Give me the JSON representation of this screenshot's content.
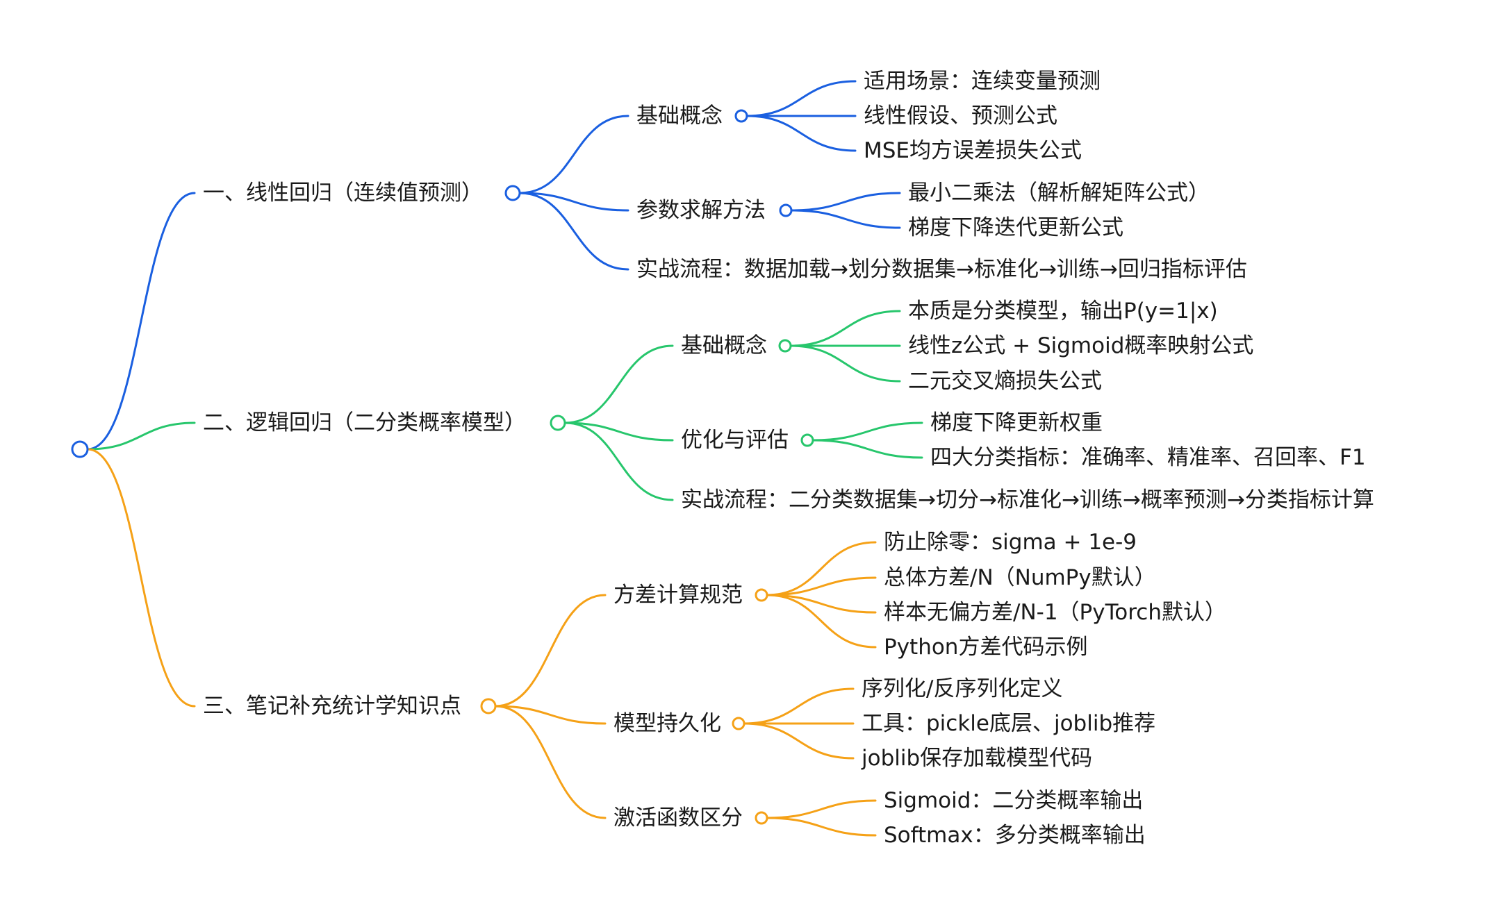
{
  "colors": {
    "blue": "#1a5fe0",
    "green": "#27c66c",
    "orange": "#f5a117",
    "text": "#1a1a1a"
  },
  "branches": [
    {
      "label": "一、线性回归（连续值预测）",
      "color": "blue",
      "children": [
        {
          "label": "基础概念",
          "children": [
            "适用场景：连续变量预测",
            "线性假设、预测公式",
            "MSE均方误差损失公式"
          ]
        },
        {
          "label": "参数求解方法",
          "children": [
            "最小二乘法（解析解矩阵公式）",
            "梯度下降迭代更新公式"
          ]
        },
        {
          "label": "实战流程：数据加载→划分数据集→标准化→训练→回归指标评估",
          "children": []
        }
      ]
    },
    {
      "label": "二、逻辑回归（二分类概率模型）",
      "color": "green",
      "children": [
        {
          "label": "基础概念",
          "children": [
            "本质是分类模型，输出P(y=1|x)",
            "线性z公式 + Sigmoid概率映射公式",
            "二元交叉熵损失公式"
          ]
        },
        {
          "label": "优化与评估",
          "children": [
            "梯度下降更新权重",
            "四大分类指标：准确率、精准率、召回率、F1"
          ]
        },
        {
          "label": "实战流程：二分类数据集→切分→标准化→训练→概率预测→分类指标计算",
          "children": []
        }
      ]
    },
    {
      "label": "三、笔记补充统计学知识点",
      "color": "orange",
      "children": [
        {
          "label": "方差计算规范",
          "children": [
            "防止除零：sigma + 1e-9",
            "总体方差/N（NumPy默认）",
            "样本无偏方差/N-1（PyTorch默认）",
            "Python方差代码示例"
          ]
        },
        {
          "label": "模型持久化",
          "children": [
            "序列化/反序列化定义",
            "工具：pickle底层、joblib推荐",
            "joblib保存加载模型代码"
          ]
        },
        {
          "label": "激活函数区分",
          "children": [
            "Sigmoid：二分类概率输出",
            "Softmax：多分类概率输出"
          ]
        }
      ]
    }
  ]
}
